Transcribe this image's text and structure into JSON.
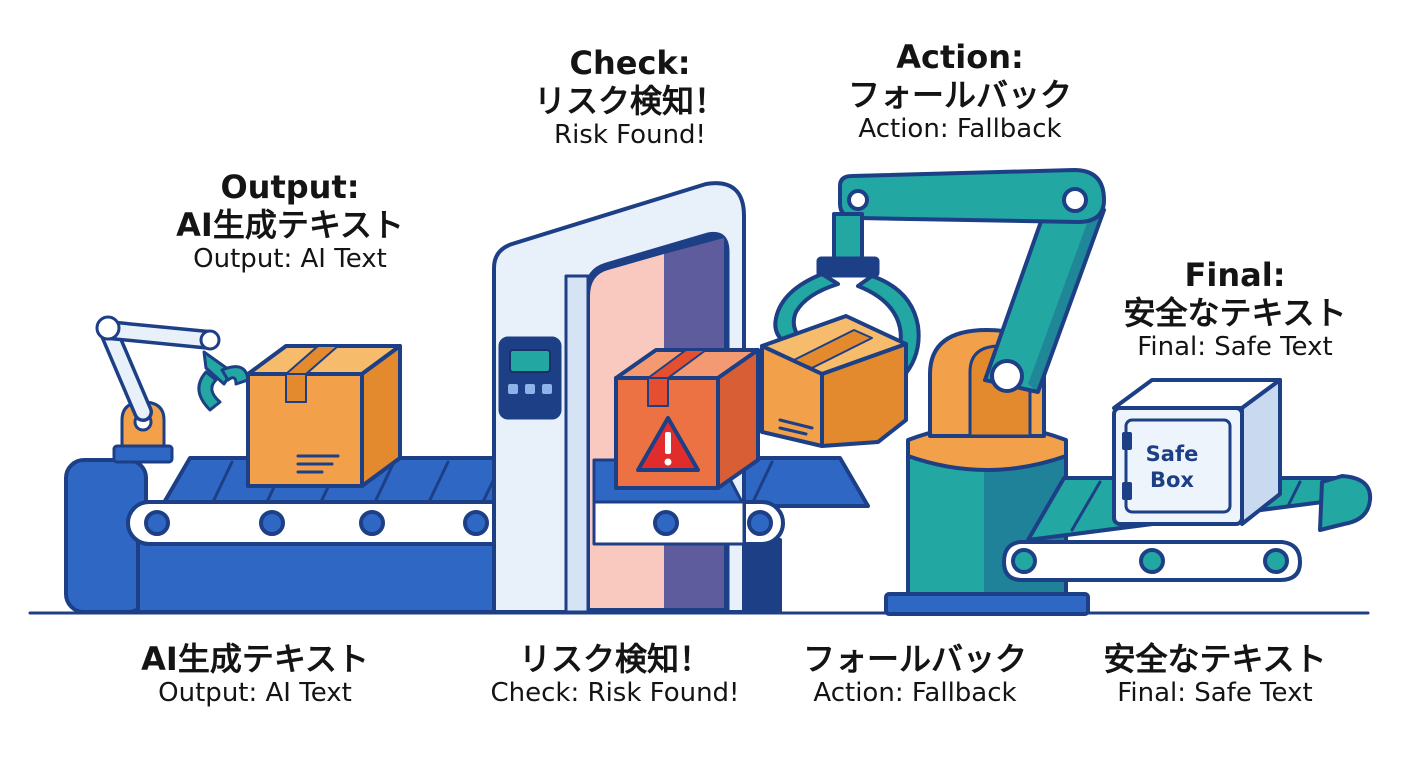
{
  "stages": [
    {
      "id": "output",
      "title_en": "Output:",
      "title_jp": "AI生成テキスト",
      "subtitle": "Output: AI Text"
    },
    {
      "id": "check",
      "title_en": "Check:",
      "title_jp": "リスク検知！",
      "subtitle": "Risk Found!"
    },
    {
      "id": "action",
      "title_en": "Action:",
      "title_jp": "フォールバック",
      "subtitle": "Action: Fallback"
    },
    {
      "id": "final",
      "title_en": "Final:",
      "title_jp": "安全なテキスト",
      "subtitle": "Final: Safe Text"
    }
  ],
  "bottom_labels": [
    {
      "jp": "AI生成テキスト",
      "en": "Output: AI Text"
    },
    {
      "jp": "リスク検知！",
      "en": "Check: Risk Found!"
    },
    {
      "jp": "フォールバック",
      "en": "Action: Fallback"
    },
    {
      "jp": "安全なテキスト",
      "en": "Final: Safe Text"
    }
  ],
  "safe_box": {
    "line1": "Safe",
    "line2": "Box"
  },
  "icons": [
    "robot-arm-icon",
    "package-icon",
    "warning-icon",
    "scanner-gate-icon",
    "gripper-arm-icon",
    "safe-box-icon"
  ],
  "colors": {
    "conveyor": "#2f67c4",
    "conveyor_dark": "#1d3f86",
    "box": "#f3a04a",
    "box_dark": "#e38a2e",
    "alert_box": "#ec7244",
    "warning": "#e22b2b",
    "arm_teal": "#22a7a2",
    "gate": "#e8f0fa"
  }
}
